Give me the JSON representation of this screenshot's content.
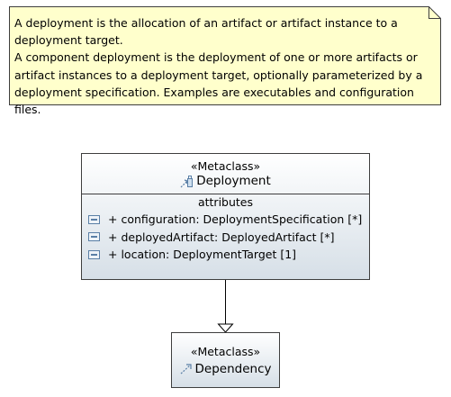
{
  "note": {
    "text": "A deployment is the allocation of an artifact or artifact instance to a\ndeployment target.\nA component deployment is the deployment of one or more artifacts or\nartifact instances to a deployment target, optionally parameterized by a\ndeployment specification. Examples are executables and configuration files."
  },
  "deployment_class": {
    "stereotype": "«Metaclass»",
    "name": "Deployment",
    "icon": "deployment-icon",
    "compartment_title": "attributes",
    "attributes": [
      "+ configuration: DeploymentSpecification [*]",
      "+ deployedArtifact: DeployedArtifact [*]",
      "+ location: DeploymentTarget [1]"
    ]
  },
  "dependency_class": {
    "stereotype": "«Metaclass»",
    "name": "Dependency",
    "icon": "dependency-icon"
  },
  "relationship": {
    "type": "generalization",
    "from": "Deployment",
    "to": "Dependency"
  },
  "colors": {
    "note_fill": "#ffffcc",
    "class_gradient_top": "#ffffff",
    "class_gradient_bottom": "#d6dfe7",
    "border": "#3e3e3e",
    "icon_blue": "#5a7fa6"
  }
}
